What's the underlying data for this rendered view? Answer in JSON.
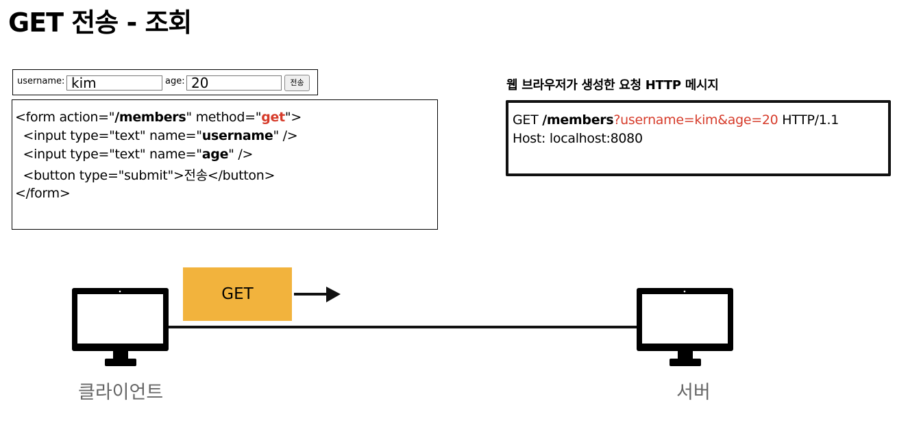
{
  "title": "GET 전송 - 조회",
  "form_preview": {
    "username_label": "username:",
    "username_value": "kim",
    "age_label": "age:",
    "age_value": "20",
    "submit_label": "전송"
  },
  "code": {
    "line1": [
      "<form action=\"",
      "/members",
      "\" method=\"",
      "get",
      "\">"
    ],
    "line2": [
      "  <input type=\"text\" name=\"",
      "username",
      "\" />"
    ],
    "line3": [
      "  <input type=\"text\" name=\"",
      "age",
      "\" />"
    ],
    "line4": "  <button type=\"submit\">전송</button>",
    "line5": "</form>"
  },
  "http_message": {
    "heading": "웹 브라우저가 생성한 요청 HTTP 메시지",
    "request_line": [
      "GET ",
      "/members",
      "?username=kim&age=20",
      " HTTP/1.1"
    ],
    "host_line": "Host: localhost:8080"
  },
  "diagram": {
    "method_label": "GET",
    "client_label": "클라이언트",
    "server_label": "서버"
  },
  "colors": {
    "highlight_red": "#d63b2a",
    "method_box": "#f2b33d",
    "label_gray": "#666666"
  }
}
